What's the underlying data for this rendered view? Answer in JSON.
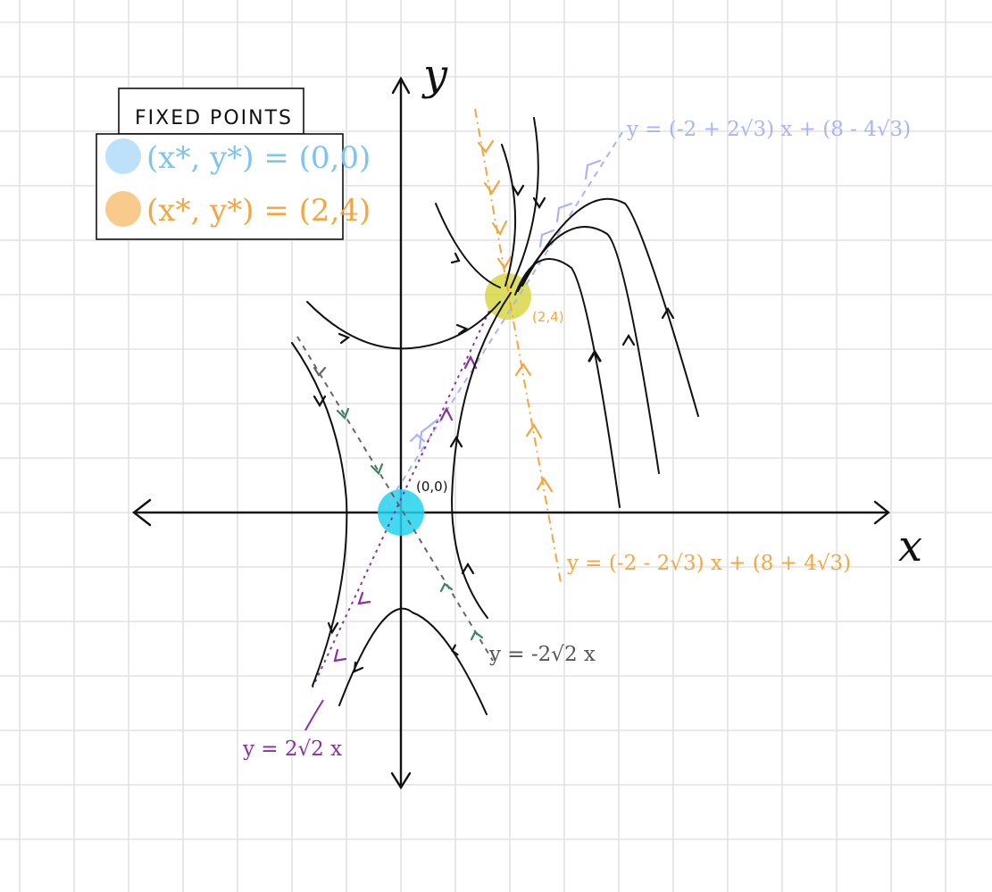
{
  "axes": {
    "x_label": "x",
    "y_label": "y"
  },
  "legend": {
    "title": "FIXED POINTS",
    "items": [
      {
        "label": "(x*, y*) = (0,0)",
        "color": "#7cc4f5"
      },
      {
        "label": "(x*, y*) = (2,4)",
        "color": "#f4a640"
      }
    ]
  },
  "fixed_points": {
    "origin": {
      "label": "(0,0)",
      "color": "#22d3ee"
    },
    "saddle": {
      "label": "(2,4)",
      "color": "#d4d63a"
    }
  },
  "equations": {
    "blue_line": {
      "label": "y = (-2 + 2√3) x + (8 - 4√3)",
      "color": "#aab4f5"
    },
    "orange_line": {
      "label": "y = (-2 - 2√3) x + (8 + 4√3)",
      "color": "#f4a640"
    },
    "gray_line": {
      "label": "y = -2√2 x",
      "color": "#555555"
    },
    "purple_line": {
      "label": "y = 2√2 x",
      "color": "#8a2fa0"
    }
  },
  "colors": {
    "grid": "#e2e2e2",
    "ink": "#111111",
    "teal_arrow": "#2e8b57"
  }
}
